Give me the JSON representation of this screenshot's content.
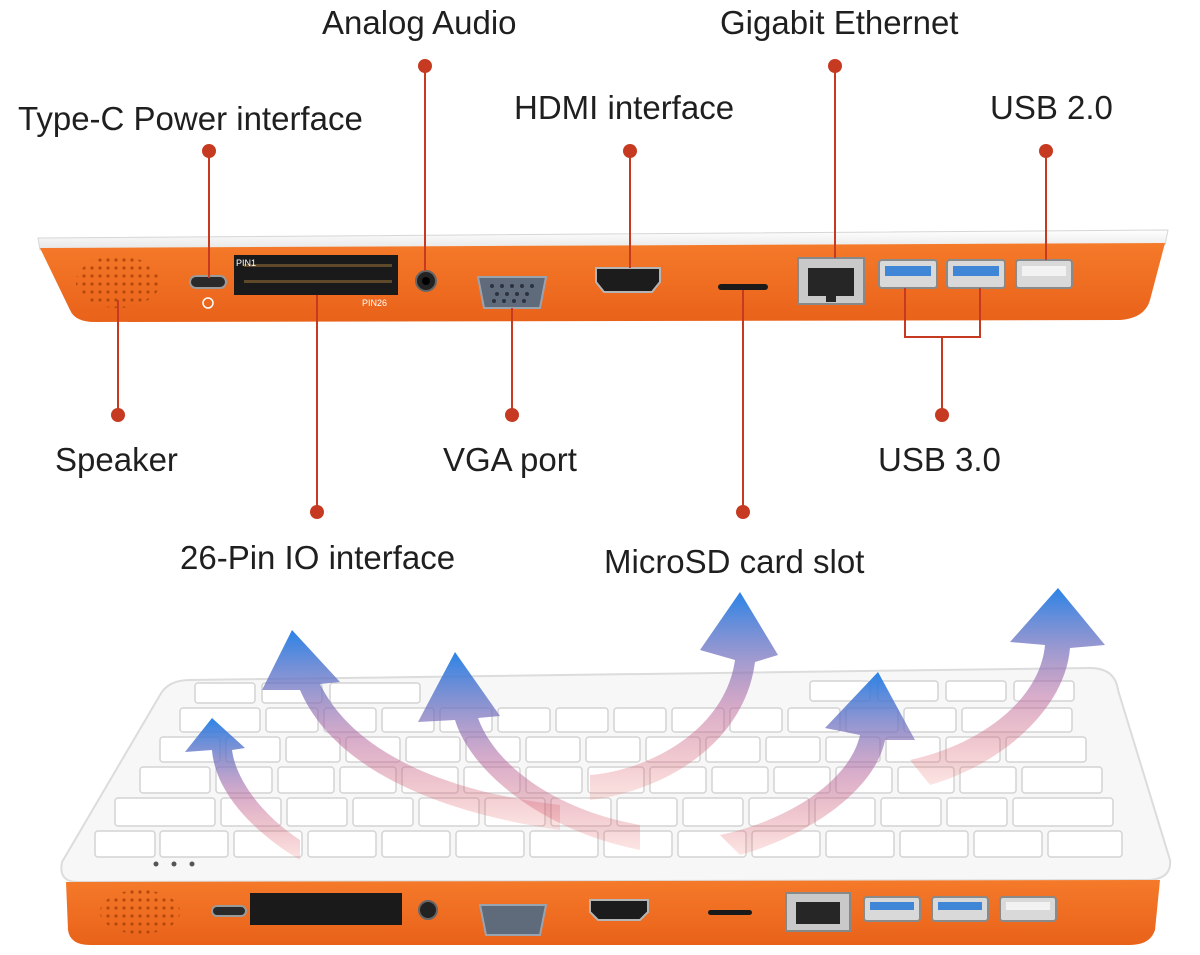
{
  "labels": {
    "analog_audio": "Analog Audio",
    "gigabit_ethernet": "Gigabit Ethernet",
    "type_c_power": "Type-C Power interface",
    "hdmi": "HDMI interface",
    "usb2": "USB 2.0",
    "speaker": "Speaker",
    "vga": "VGA port",
    "usb3": "USB 3.0",
    "pin26": "26-Pin IO interface",
    "microsd": "MicroSD card slot"
  },
  "device_markings": {
    "pin1": "PIN1",
    "pin26": "PIN26"
  },
  "colors": {
    "orange": "#f26b1d",
    "orange_dark": "#d9560f",
    "callout": "#c63a22",
    "usb3_blue": "#3f86d6",
    "keyboard_white": "#f4f4f4",
    "label_text": "#1f1f1f"
  }
}
